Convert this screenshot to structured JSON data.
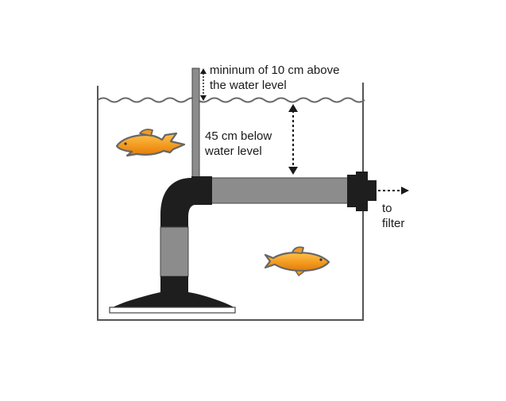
{
  "labels": {
    "above_line1": "mininum of 10 cm above",
    "above_line2": "the water level",
    "below_line1": "45 cm below",
    "below_line2": "water level",
    "filter_line1": "to",
    "filter_line2": "filter"
  },
  "colors": {
    "tank_outline": "#555555",
    "pipe_gray": "#8c8c8c",
    "pipe_dark": "#1e1e1e",
    "fish_fill": "#f39a1e",
    "fish_outline": "#666666",
    "water_line": "#6b6b6b",
    "text": "#1a1a1a"
  },
  "icons": [
    "fish-icon",
    "double-arrow-icon",
    "arrow-right-icon"
  ]
}
